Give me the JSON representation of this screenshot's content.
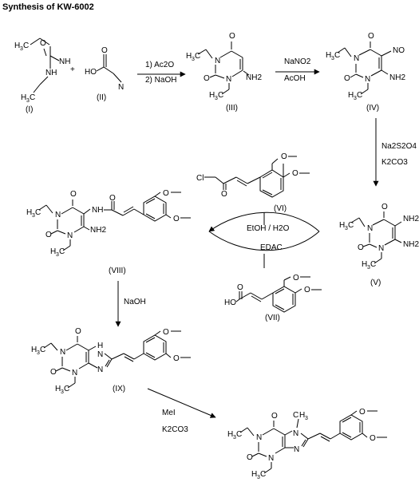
{
  "title": "Synthesis of KW-6002",
  "plus": "+",
  "compounds": {
    "c1": "(I)",
    "c2": "(II)",
    "c3": "(III)",
    "c4": "(IV)",
    "c5": "(V)",
    "c6": "(VI)",
    "c7": "(VII)",
    "c8": "(VIII)",
    "c9": "(IX)"
  },
  "reagents": {
    "step1_line1": "1) Ac2O",
    "step1_line2": "2) NaOH",
    "step2_line1": "NaNO2",
    "step2_line2": "AcOH",
    "step3_line1": "Na2S2O4",
    "step3_line2": "K2CO3",
    "step4_upper": "EtOH / H2O",
    "step4_lower": "EDAC",
    "step5": "NaOH",
    "step6_line1": "MeI",
    "step6_line2": "K2CO3"
  },
  "atoms": {
    "H": "H",
    "C": "C",
    "N": "N",
    "NH": "NH",
    "O": "O",
    "HO": "HO",
    "Cl": "Cl",
    "NH2": "NH2",
    "NO": "NO",
    "sub3": "3",
    "sub2": "2"
  }
}
